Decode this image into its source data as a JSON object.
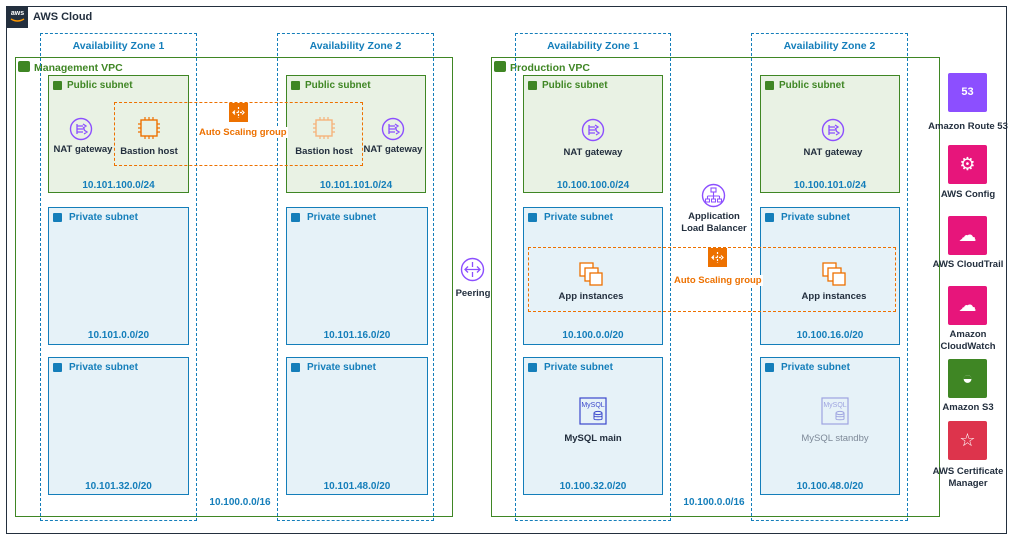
{
  "cloud": {
    "title": "AWS Cloud",
    "logo_text": "aws"
  },
  "az_label_1": "Availability Zone 1",
  "az_label_2": "Availability Zone 2",
  "public_subnet_label": "Public subnet",
  "private_subnet_label": "Private subnet",
  "mgmt_vpc": {
    "title": "Management VPC",
    "cidr": "10.100.0.0/16",
    "pub1_cidr": "10.101.100.0/24",
    "pub2_cidr": "10.101.101.0/24",
    "priv1a_cidr": "10.101.0.0/20",
    "priv2a_cidr": "10.101.16.0/20",
    "priv1b_cidr": "10.101.32.0/20",
    "priv2b_cidr": "10.101.48.0/20"
  },
  "prod_vpc": {
    "title": "Production VPC",
    "cidr": "10.100.0.0/16",
    "pub1_cidr": "10.100.100.0/24",
    "pub2_cidr": "10.100.101.0/24",
    "priv1a_cidr": "10.100.0.0/20",
    "priv2a_cidr": "10.100.16.0/20",
    "priv1b_cidr": "10.100.32.0/20",
    "priv2b_cidr": "10.100.48.0/20"
  },
  "labels": {
    "nat_gateway": "NAT gateway",
    "bastion_host": "Bastion host",
    "auto_scaling_group": "Auto Scaling group",
    "app_instances": "App instances",
    "mysql_main": "MySQL main",
    "mysql_standby": "MySQL standby",
    "alb": "Application Load Balancer",
    "peering": "Peering",
    "mysql_icon_text": "MySQL"
  },
  "services": [
    {
      "name": "Amazon Route 53",
      "icon": "route53-icon",
      "color": "#8c4fff",
      "glyph": "53"
    },
    {
      "name": "AWS Config",
      "icon": "config-icon",
      "color": "#e7157b",
      "glyph": "⚙"
    },
    {
      "name": "AWS CloudTrail",
      "icon": "cloudtrail-icon",
      "color": "#e7157b",
      "glyph": "☁"
    },
    {
      "name": "Amazon CloudWatch",
      "icon": "cloudwatch-icon",
      "color": "#e7157b",
      "glyph": "☁"
    },
    {
      "name": "Amazon S3",
      "icon": "s3-icon",
      "color": "#3f8624",
      "glyph": "◒"
    },
    {
      "name": "AWS Certificate Manager",
      "icon": "certificate-manager-icon",
      "color": "#dd344c",
      "glyph": "☆"
    }
  ],
  "colors": {
    "vpc_green": "#3f8624",
    "az_blue": "#147eba",
    "asg_orange": "#ed7100",
    "nat_purple": "#8c4fff",
    "public_fill": "#e9f2e4",
    "private_fill": "#e6f2f8"
  }
}
